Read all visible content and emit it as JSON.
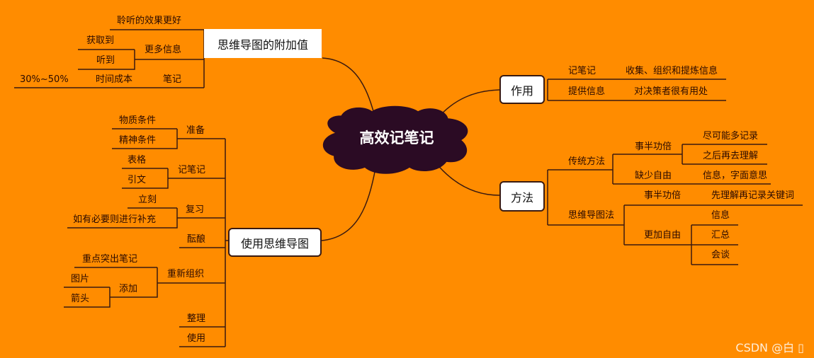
{
  "colors": {
    "background": "#FF8C00",
    "center_fill": "#2B0B24",
    "line": "#3a1a10",
    "box_fill": "#FFFFFF"
  },
  "center": "高效记笔记",
  "branches": {
    "addon": {
      "title": "思维导图的附加值",
      "items": [
        "聆听的效果更好",
        "更多信息",
        "获取到",
        "听到",
        "笔记",
        "时间成本",
        "30%~50%"
      ]
    },
    "use": {
      "title": "使用思维导图",
      "items": [
        "准备",
        "物质条件",
        "精神条件",
        "记笔记",
        "表格",
        "引文",
        "复习",
        "立刻",
        "如有必要则进行补充",
        "酝酿",
        "重新组织",
        "重点突出笔记",
        "添加",
        "图片",
        "箭头",
        "整理",
        "使用"
      ]
    },
    "role": {
      "title": "作用",
      "items": [
        "记笔记",
        "收集、组织和提炼信息",
        "提供信息",
        "对决策者很有用处"
      ]
    },
    "method": {
      "title": "方法",
      "items": [
        "传统方法",
        "事半功倍",
        "尽可能多记录",
        "之后再去理解",
        "缺少自由",
        "信息，字面意思",
        "思维导图法",
        "事半功倍",
        "先理解再记录关键词",
        "更加自由",
        "信息",
        "汇总",
        "会谈"
      ]
    }
  },
  "watermark": "CSDN @白 ▯"
}
